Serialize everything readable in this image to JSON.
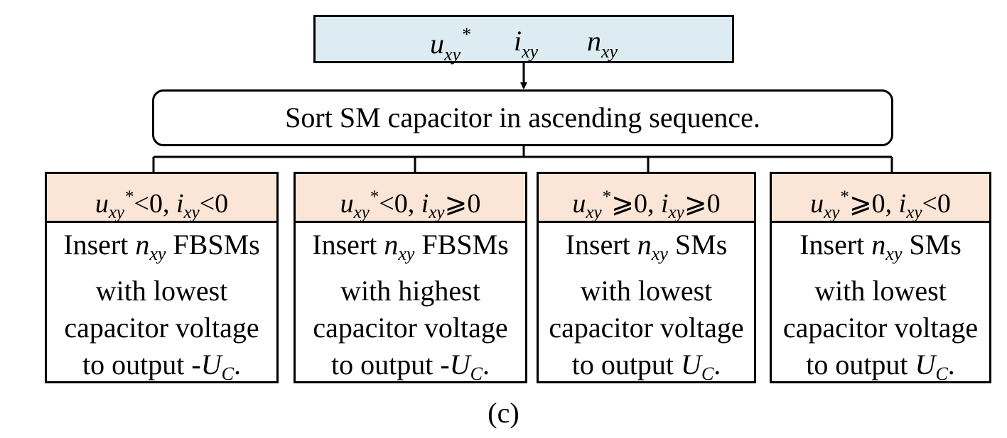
{
  "input": {
    "var1": "u",
    "var1_sub": "xy",
    "var1_sup": "*",
    "var2": "i",
    "var2_sub": "xy",
    "var3": "n",
    "var3_sub": "xy"
  },
  "sort": {
    "text": "Sort SM capacitor in ascending sequence."
  },
  "cases": [
    {
      "cond": {
        "a": "u",
        "a_sub": "xy",
        "a_sup": "*",
        "op1": "<0, ",
        "b": "i",
        "b_sub": "xy",
        "op2": "<0"
      },
      "body": {
        "l1a": "Insert ",
        "l1n": "n",
        "l1sub": "xy",
        "l1b": " FBSMs",
        "l2": "with lowest",
        "l3": "capacitor voltage",
        "l4a": "to output -",
        "l4u": "U",
        "l4sub": "C",
        "l4b": "."
      }
    },
    {
      "cond": {
        "a": "u",
        "a_sub": "xy",
        "a_sup": "*",
        "op1": "<0, ",
        "b": "i",
        "b_sub": "xy",
        "op2": "⩾0"
      },
      "body": {
        "l1a": "Insert ",
        "l1n": "n",
        "l1sub": "xy",
        "l1b": " FBSMs",
        "l2": "with highest",
        "l3": "capacitor voltage",
        "l4a": "to output -",
        "l4u": "U",
        "l4sub": "C",
        "l4b": "."
      }
    },
    {
      "cond": {
        "a": "u",
        "a_sub": "xy",
        "a_sup": "*",
        "op1": "⩾0, ",
        "b": "i",
        "b_sub": "xy",
        "op2": "⩾0"
      },
      "body": {
        "l1a": "Insert ",
        "l1n": "n",
        "l1sub": "xy",
        "l1b": " SMs",
        "l2": "with lowest",
        "l3": "capacitor voltage",
        "l4a": "to output ",
        "l4u": "U",
        "l4sub": "C",
        "l4b": "."
      }
    },
    {
      "cond": {
        "a": "u",
        "a_sub": "xy",
        "a_sup": "*",
        "op1": "⩾0, ",
        "b": "i",
        "b_sub": "xy",
        "op2": "<0"
      },
      "body": {
        "l1a": "Insert ",
        "l1n": "n",
        "l1sub": "xy",
        "l1b": " SMs",
        "l2": "with lowest",
        "l3": "capacitor voltage",
        "l4a": "to output ",
        "l4u": "U",
        "l4sub": "C",
        "l4b": "."
      }
    }
  ],
  "caption": "(c)"
}
